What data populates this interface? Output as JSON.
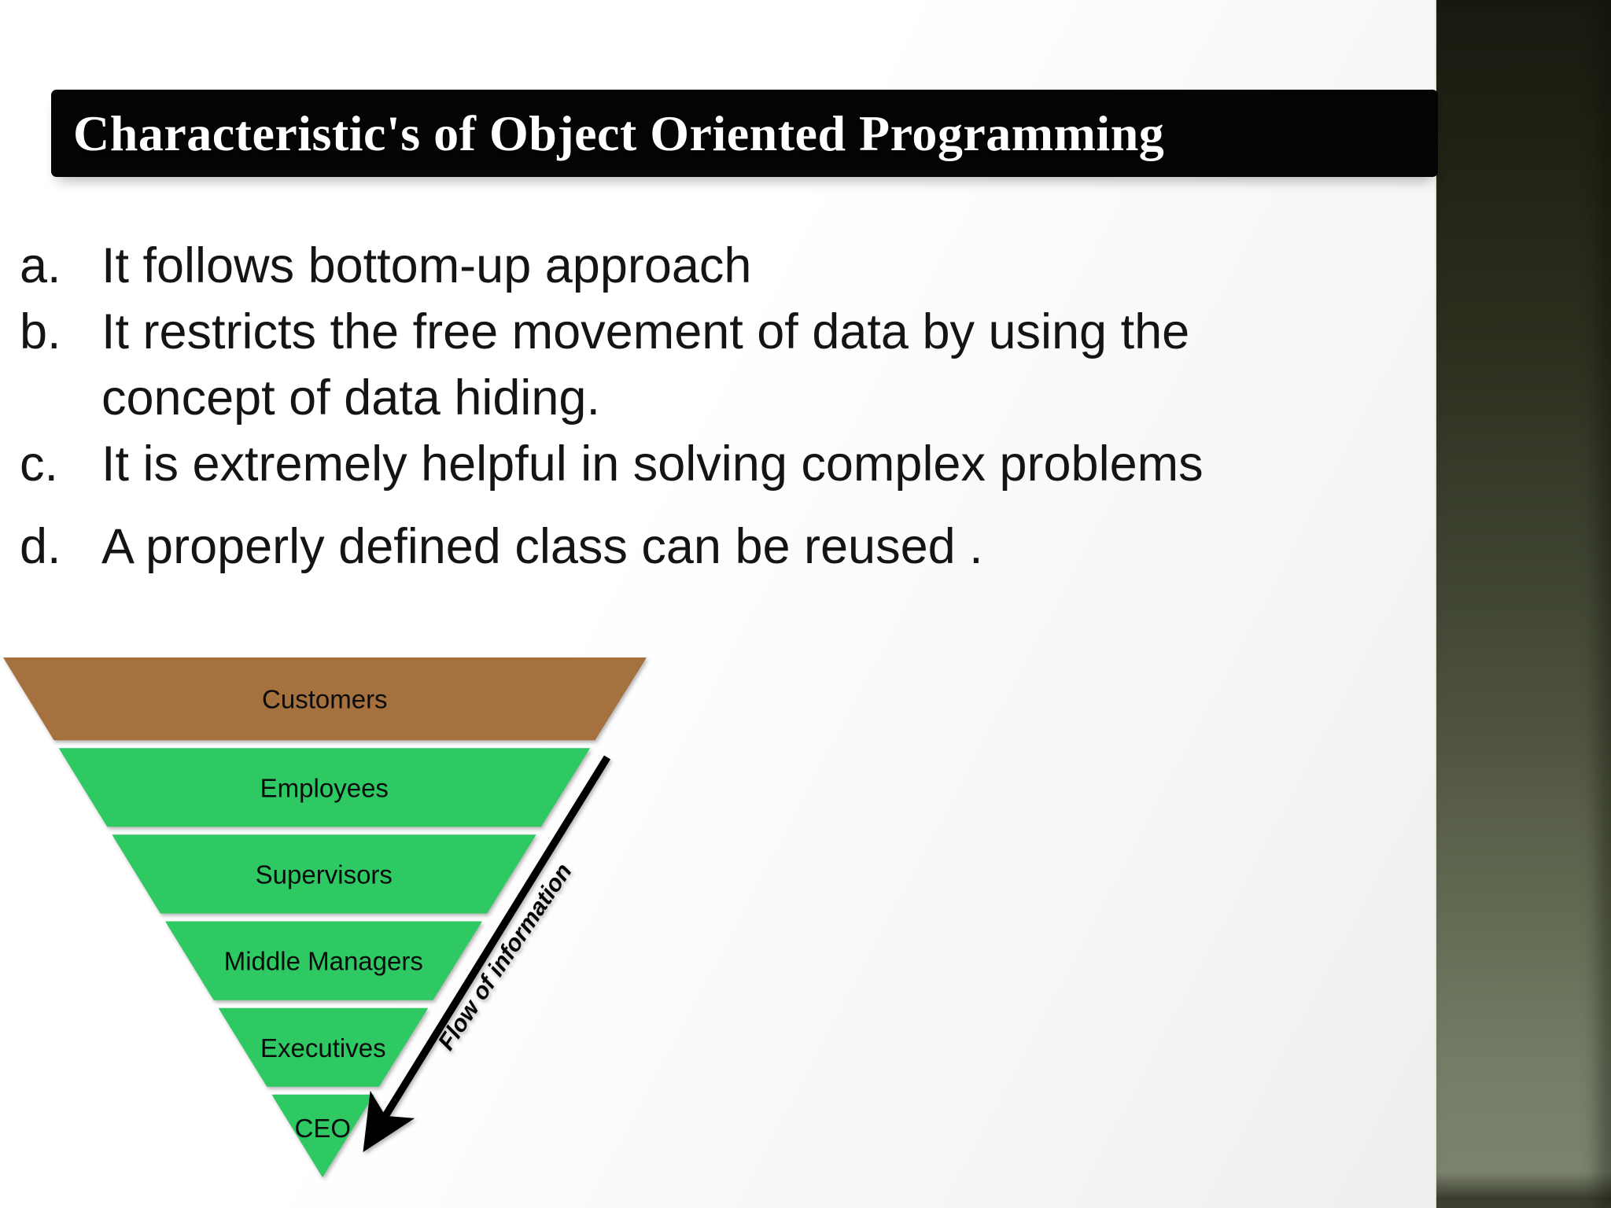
{
  "slide_title": "Characteristic's of Object Oriented Programming",
  "list": {
    "items": [
      {
        "marker": "a.",
        "lines": [
          "It follows bottom-up approach"
        ]
      },
      {
        "marker": "b.",
        "lines": [
          "It restricts the free movement of data by using the",
          "concept of data hiding."
        ]
      },
      {
        "marker": "c.",
        "lines": [
          "It is extremely helpful in solving complex problems"
        ]
      },
      {
        "marker": "d.",
        "lines": [
          "A properly defined class can be reused ."
        ]
      }
    ]
  },
  "pyramid": {
    "type": "inverted-pyramid",
    "levels": [
      {
        "label": "Customers",
        "color": "#A5713E"
      },
      {
        "label": "Employees",
        "color": "#2EC963"
      },
      {
        "label": "Supervisors",
        "color": "#2EC963"
      },
      {
        "label": "Middle Managers",
        "color": "#2EC963"
      },
      {
        "label": "Executives",
        "color": "#2EC963"
      },
      {
        "label": "CEO",
        "color": "#2EC963"
      }
    ],
    "flow_label": "Flow of information",
    "arrow_color": "#000000",
    "label_color": "#0B0B0B"
  },
  "colors": {
    "title_bar_bg": "#000000",
    "title_text": "#FFFFFF",
    "level_brown": "#A5713E",
    "level_green": "#2EC963",
    "separator": "#FFFFFF",
    "side_strip_top": "#181B10",
    "side_strip_bottom": "#7B826E"
  }
}
